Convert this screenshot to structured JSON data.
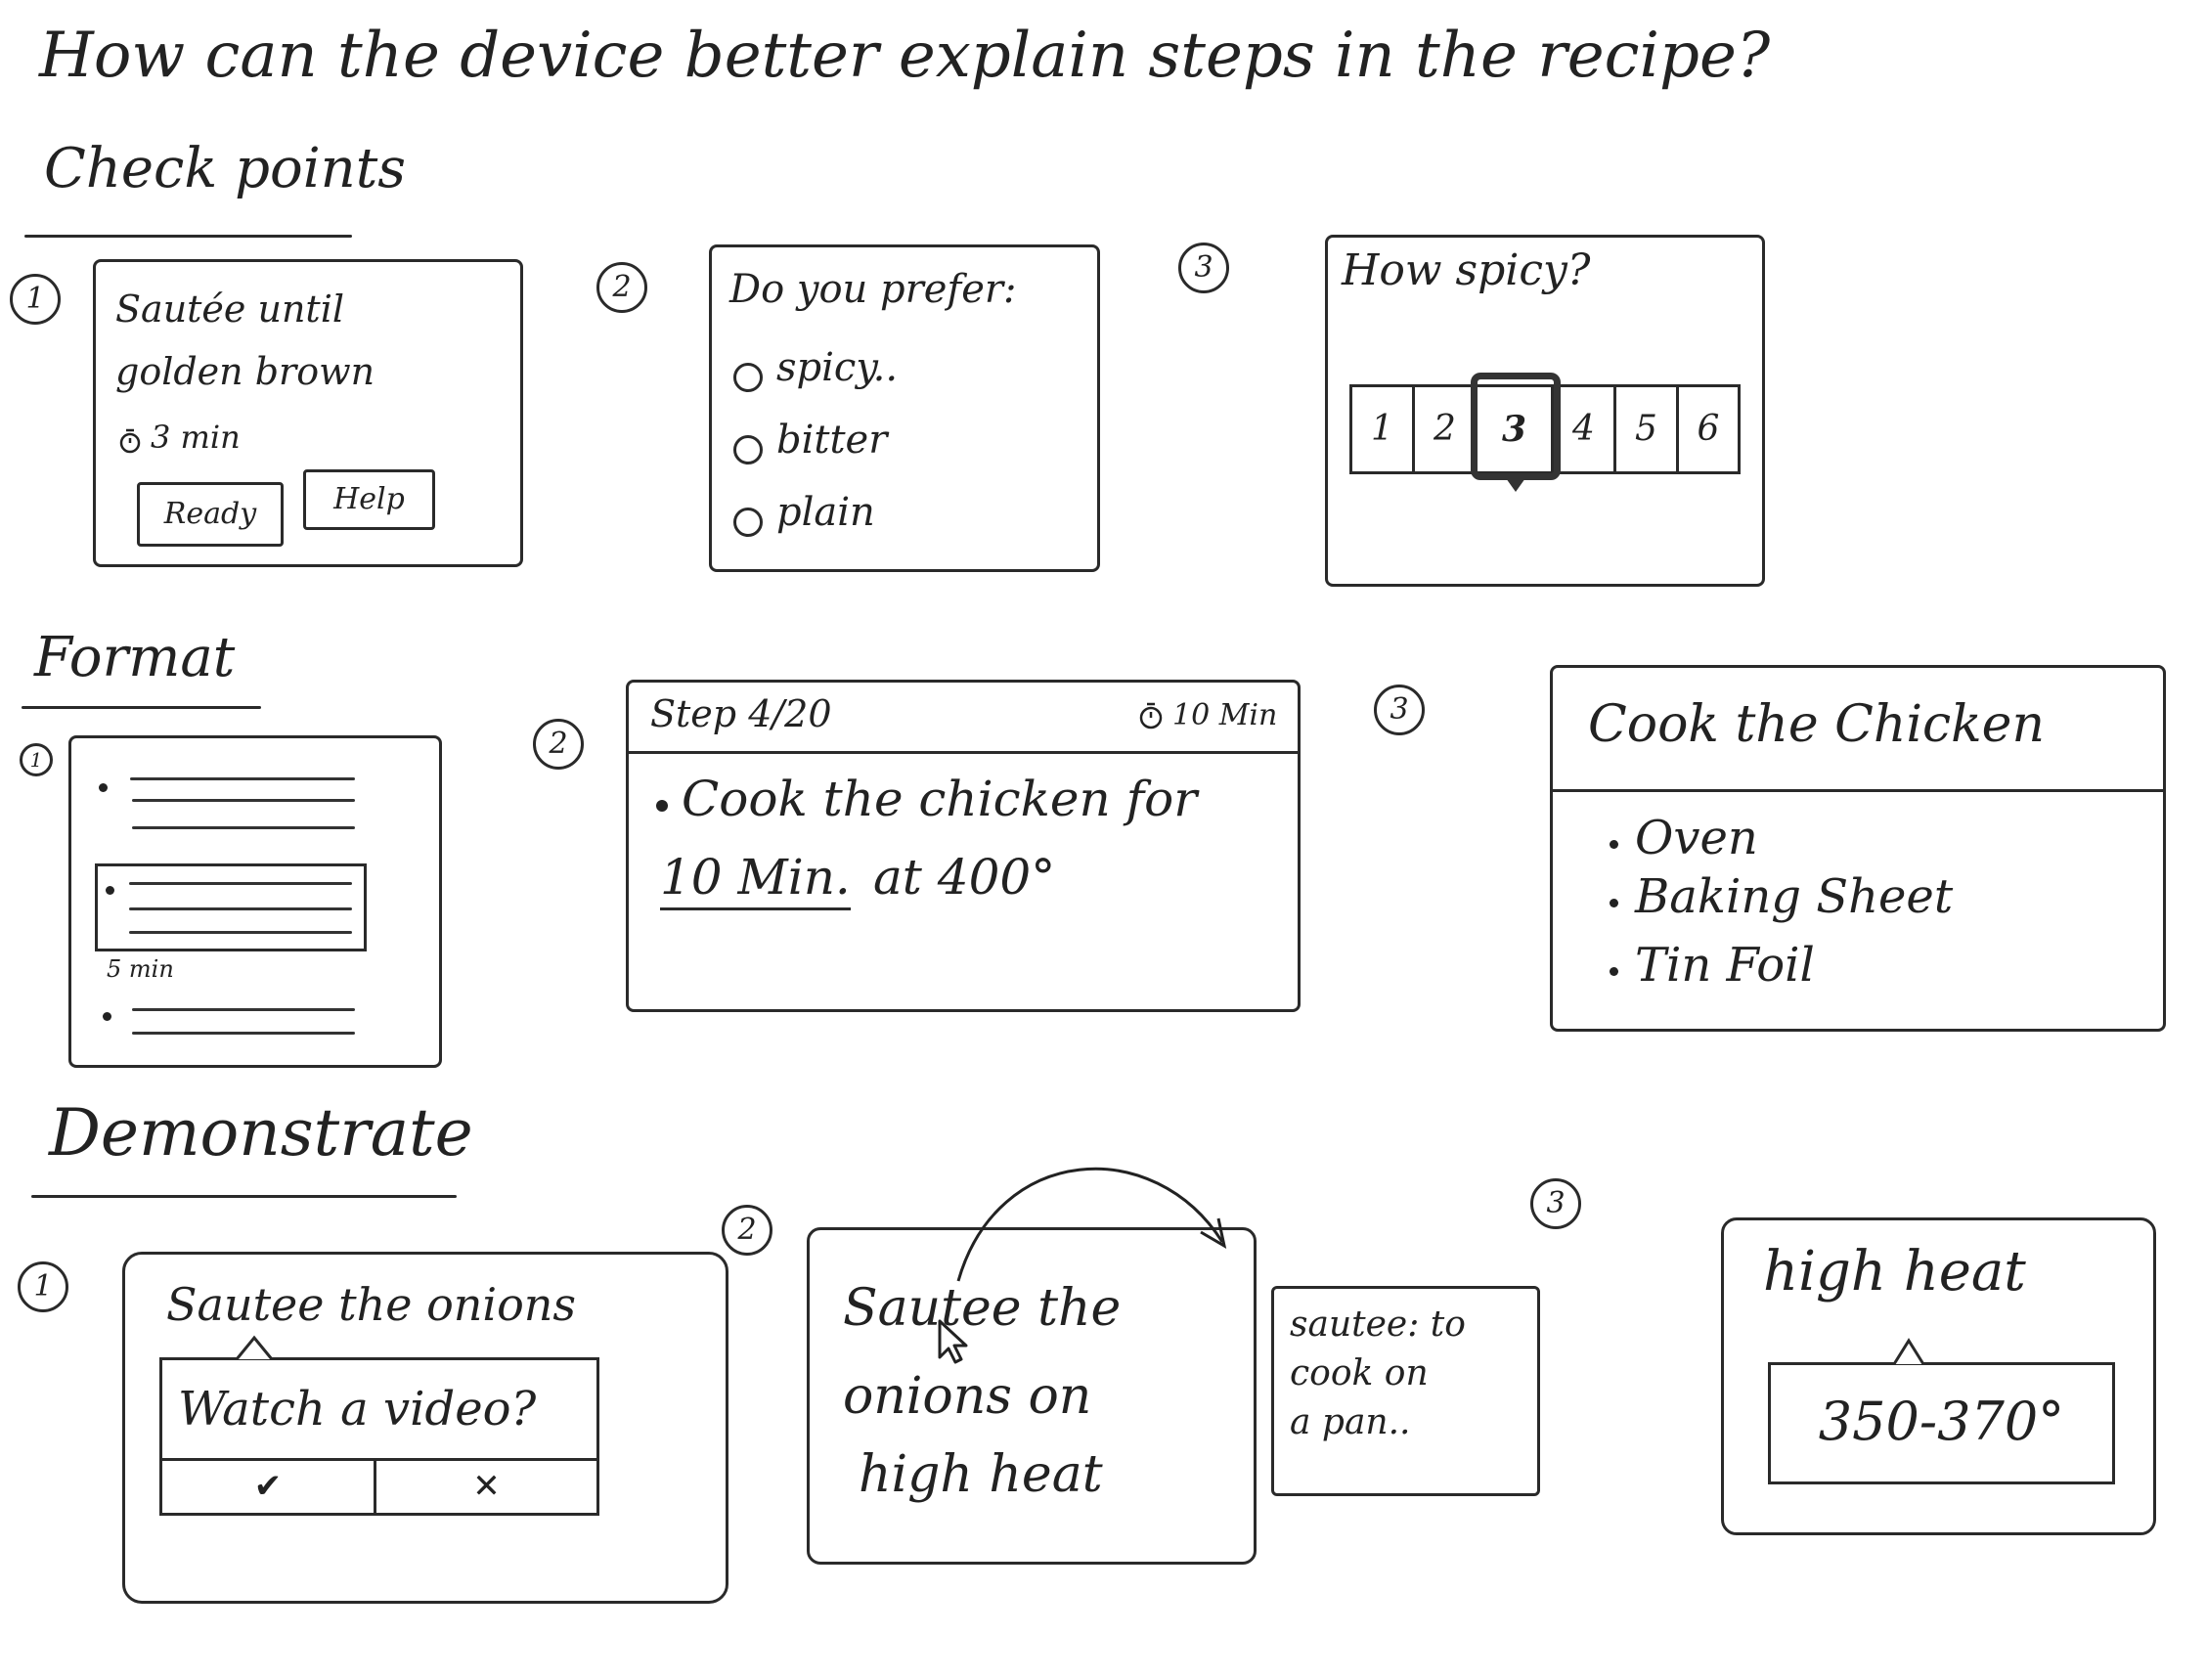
{
  "title": "How can the device better explain steps in the recipe?",
  "sections": {
    "checkpoints": {
      "heading": "Check points",
      "sketch1": {
        "number": "1",
        "line1": "Sautée until",
        "line2": "golden brown",
        "timer": "3 min",
        "ready_button": "Ready",
        "help_button": "Help"
      },
      "sketch2": {
        "number": "2",
        "prompt": "Do you prefer:",
        "options": [
          "spicy..",
          "bitter",
          "plain"
        ]
      },
      "sketch3": {
        "number": "3",
        "prompt": "How spicy?",
        "scale": [
          "1",
          "2",
          "3",
          "4",
          "5",
          "6"
        ],
        "selected_value": 3
      }
    },
    "format": {
      "heading": "Format",
      "sketch1": {
        "number": "1",
        "duration": "5 min"
      },
      "sketch2": {
        "number": "2",
        "step_label": "Step 4/20",
        "timer": "10 Min",
        "instruction_part1": "Cook the chicken for",
        "instruction_time": "10 Min.",
        "instruction_part2": "at 400°"
      },
      "sketch3": {
        "number": "3",
        "title": "Cook the Chicken",
        "items": [
          "Oven",
          "Baking Sheet",
          "Tin Foil"
        ]
      }
    },
    "demonstrate": {
      "heading": "Demonstrate",
      "sketch1": {
        "number": "1",
        "title": "Sautee the onions",
        "prompt": "Watch a video?",
        "confirm_glyph": "✔",
        "cancel_glyph": "✕"
      },
      "sketch2": {
        "number": "2",
        "line1": "Sautee the",
        "line2": "onions on",
        "line3": "high heat",
        "definition_line1": "sautee: to",
        "definition_line2": "cook on",
        "definition_line3": "a pan.."
      },
      "sketch3": {
        "number": "3",
        "title": "high heat",
        "value": "350-370°"
      }
    }
  }
}
